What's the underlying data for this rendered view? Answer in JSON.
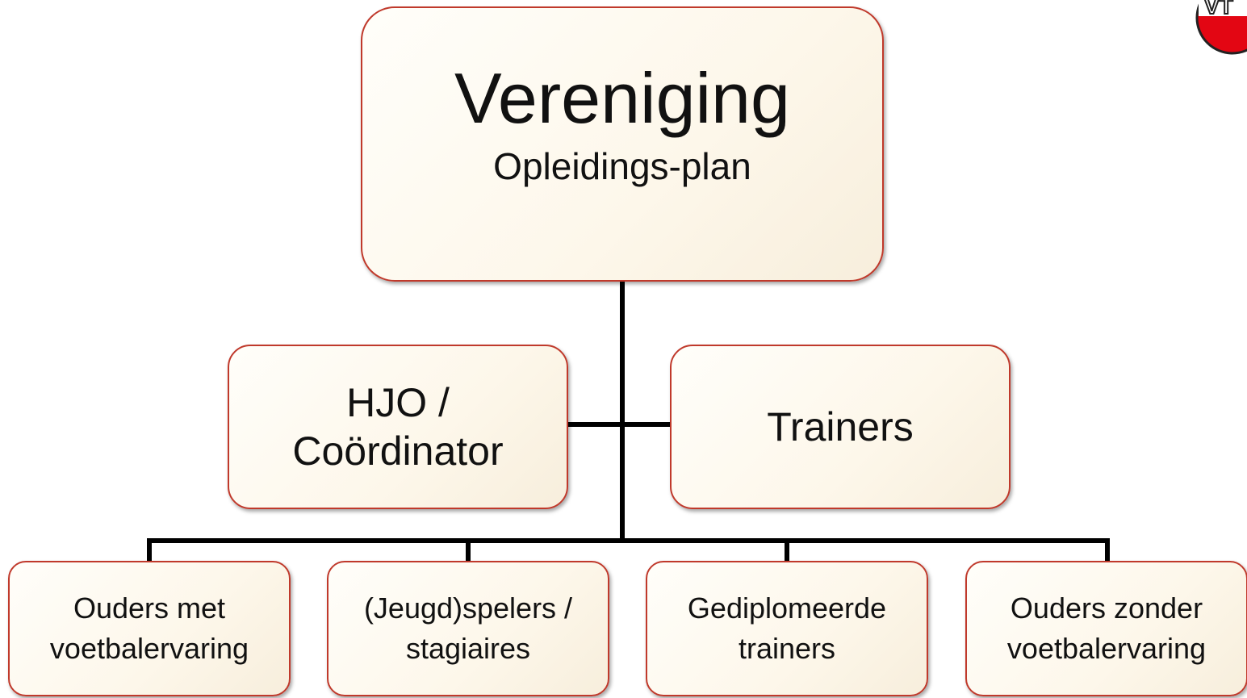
{
  "top": {
    "title": "Vereniging",
    "subtitle": "Opleidings-plan"
  },
  "middle": [
    {
      "line1": "HJO /",
      "line2": "Coördinator"
    },
    {
      "line1": "Trainers"
    }
  ],
  "bottom": [
    {
      "line1": "Ouders met",
      "line2": "voetbalervaring"
    },
    {
      "line1": "(Jeugd)spelers /",
      "line2": "stagiaires"
    },
    {
      "line1": "Gediplomeerde",
      "line2": "trainers"
    },
    {
      "line1": "Ouders zonder",
      "line2": "voetbalervaring"
    }
  ],
  "colors": {
    "border": "#c0392b",
    "fill": "#fdf7ea",
    "connector": "#000000"
  },
  "logo": {
    "icon": "vtl-logo-icon",
    "text": "VT"
  }
}
